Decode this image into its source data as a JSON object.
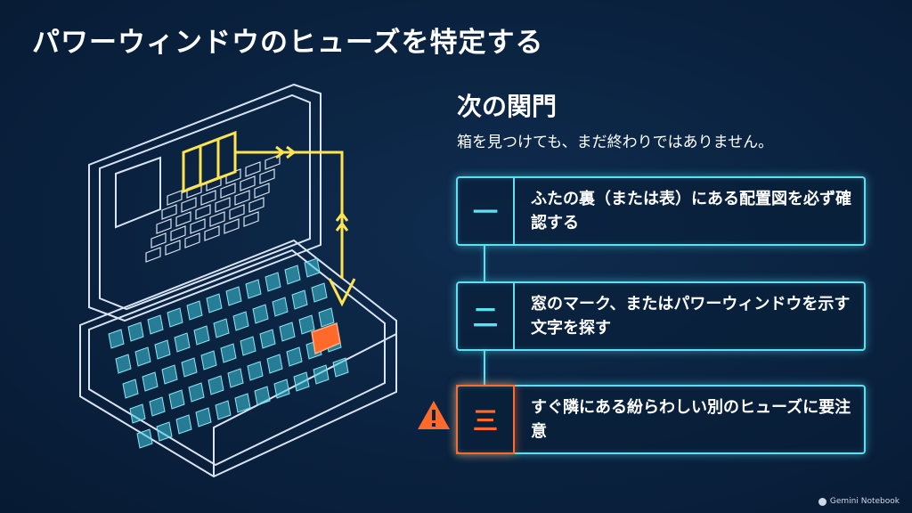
{
  "title": "パワーウィンドウのヒューズを特定する",
  "panel": {
    "heading": "次の関門",
    "subheading": "箱を見つけても、まだ終わりではありません。"
  },
  "steps": [
    {
      "number": "一",
      "text": "ふたの裏（または表）にある配置図を必ず確認する",
      "style": "normal"
    },
    {
      "number": "二",
      "text": "窓のマーク、またはパワーウィンドウを示す文字を探す",
      "style": "normal"
    },
    {
      "number": "三",
      "text": "すぐ隣にある紛らわしい別のヒューズに要注意",
      "style": "warning"
    }
  ],
  "icons": {
    "warning": "warning-triangle-icon",
    "brand": "gemini-notebook-logo-icon"
  },
  "brand": {
    "label": "Gemini Notebook"
  },
  "colors": {
    "background": "#0a223f",
    "line_art": "#d8e4f2",
    "fuse_teal": "#3ec8dc",
    "highlight_yellow": "#ffe44d",
    "target_orange": "#ff6a2a",
    "step_border": "#5fe0f2"
  }
}
